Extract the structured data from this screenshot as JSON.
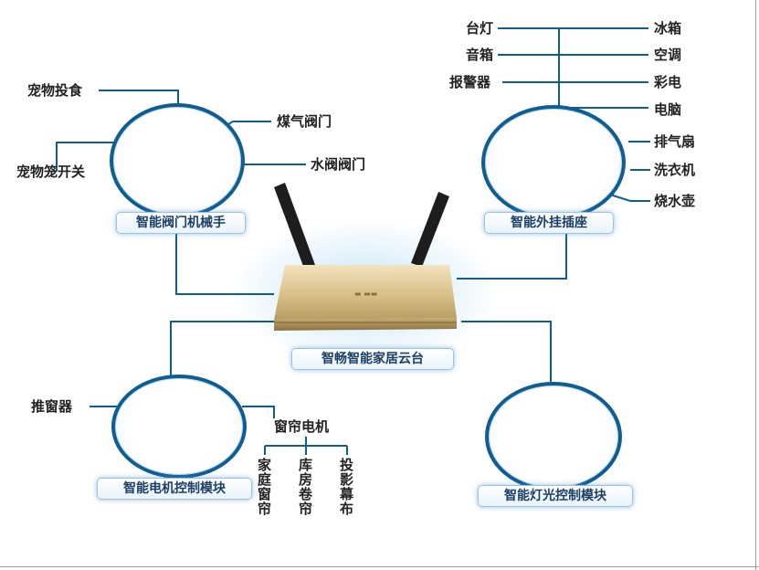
{
  "hub": {
    "label": "智畅智能家居云台"
  },
  "modules": {
    "valve": {
      "label": "智能阀门机械手",
      "left_items": [
        "宠物投食",
        "宠物笼开关"
      ],
      "right_items": [
        "煤气阀门",
        "水阀阀门"
      ]
    },
    "socket": {
      "label": "智能外挂插座",
      "left_items": [
        "台灯",
        "音箱",
        "报警器"
      ],
      "right_items": [
        "冰箱",
        "空调",
        "彩电",
        "电脑",
        "排气扇",
        "洗衣机",
        "烧水壶"
      ]
    },
    "motor": {
      "label": "智能电机控制模块",
      "left_items": [
        "推窗器"
      ],
      "sub_heading": "窗帘电机",
      "sub_items": [
        "家庭窗帘",
        "库房卷帘",
        "投影幕布"
      ]
    },
    "light": {
      "label": "智能灯光控制模块"
    }
  },
  "colors": {
    "circle_border": "#0e5d93",
    "line": "#0e5d93",
    "badge_text": "#1b3f66",
    "router_gold": "#d8c08a"
  }
}
